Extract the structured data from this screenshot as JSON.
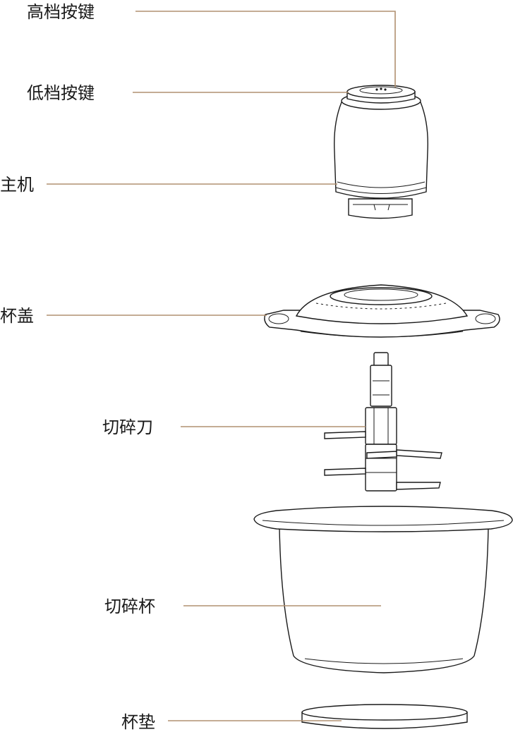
{
  "diagram": {
    "colors": {
      "leader_line": "#b09070",
      "outline": "#1a1a1a",
      "background": "#ffffff"
    },
    "labels": {
      "high_button": "高档按键",
      "low_button": "低档按键",
      "main_unit": "主机",
      "cup_lid": "杯盖",
      "blade": "切碎刀",
      "bowl": "切碎杯",
      "cup_pad": "杯垫"
    }
  }
}
